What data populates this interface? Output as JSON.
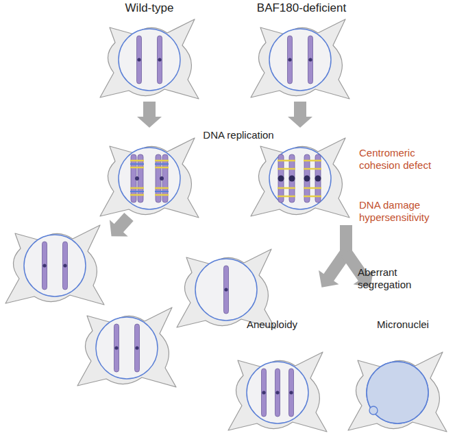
{
  "diagram": {
    "labels": [
      "Wild-type",
      "BAF180-deficient",
      "DNA replication",
      "Centromeric cohesion defect",
      "DNA damage hypersensitivity",
      "Aberrant segregation",
      "Aneuploidy",
      "Micronuclei"
    ]
  }
}
